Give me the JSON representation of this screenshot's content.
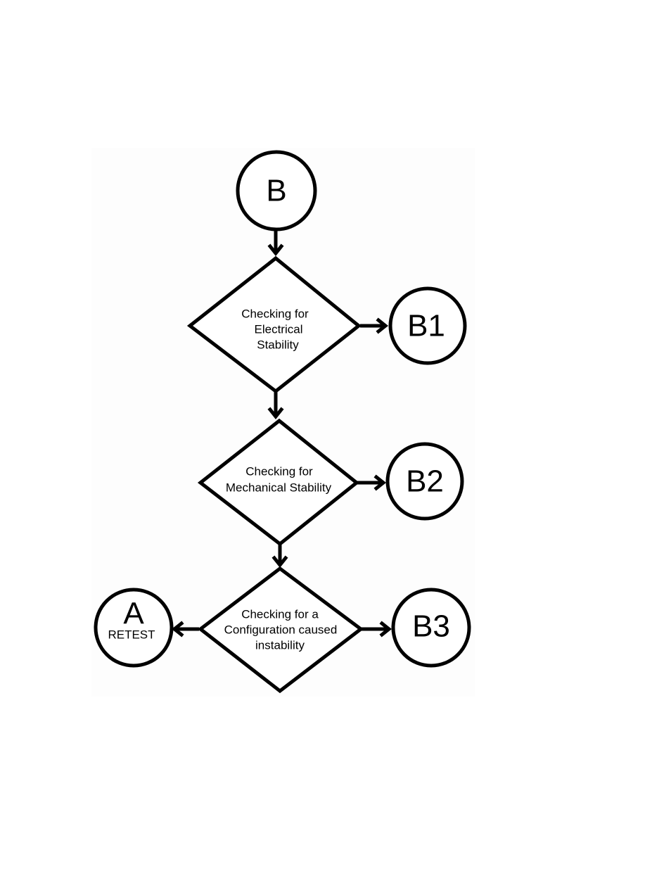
{
  "connectors": {
    "b": {
      "label": "B"
    },
    "b1": {
      "label": "B1"
    },
    "b2": {
      "label": "B2"
    },
    "b3": {
      "label": "B3"
    },
    "a": {
      "label": "A",
      "sublabel": "RETEST"
    }
  },
  "decisions": {
    "electrical": {
      "line1": "Checking for",
      "line2": "Electrical",
      "line3": "Stability"
    },
    "mechanical": {
      "line1": "Checking for",
      "line2": "Mechanical Stability"
    },
    "configuration": {
      "line1": "Checking for a",
      "line2": "Configuration caused",
      "line3": "instability"
    }
  },
  "colors": {
    "stroke": "#000000",
    "fill": "#ffffff"
  }
}
